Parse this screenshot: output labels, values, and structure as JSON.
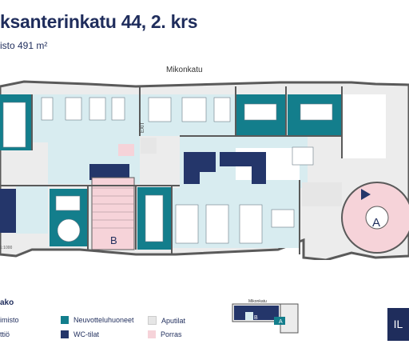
{
  "header": {
    "title": "ksanterinkatu 44, 2. krs",
    "area": "isto 491 m²"
  },
  "plan": {
    "street": "Mikonkatu",
    "exit_label": "EXIT",
    "stair_a": "A",
    "stair_b": "B",
    "scale": "1:1000"
  },
  "legend": {
    "title": "ako",
    "items": [
      {
        "label": "imisto",
        "color": "#d8ecf0"
      },
      {
        "label": "ttiö",
        "color": "#ffffff"
      },
      {
        "label": "Neuvotteluhuoneet",
        "color": "#137e8c"
      },
      {
        "label": "WC-tilat",
        "color": "#24366a"
      },
      {
        "label": "Aputilat",
        "color": "#e6e6e6"
      },
      {
        "label": "Porras",
        "color": "#f6d3d9"
      }
    ]
  },
  "minimap": {
    "street": "Mikonkatu",
    "stair_a": "A",
    "stair_b": "B"
  },
  "cta": {
    "label": "IL"
  },
  "colors": {
    "navy": "#1f2d5c",
    "teal": "#137e8c",
    "office": "#d8ecf0",
    "stair": "#f6d3d9",
    "wc": "#24366a",
    "wall": "#5a5a5a",
    "aux": "#e6e6e6"
  }
}
